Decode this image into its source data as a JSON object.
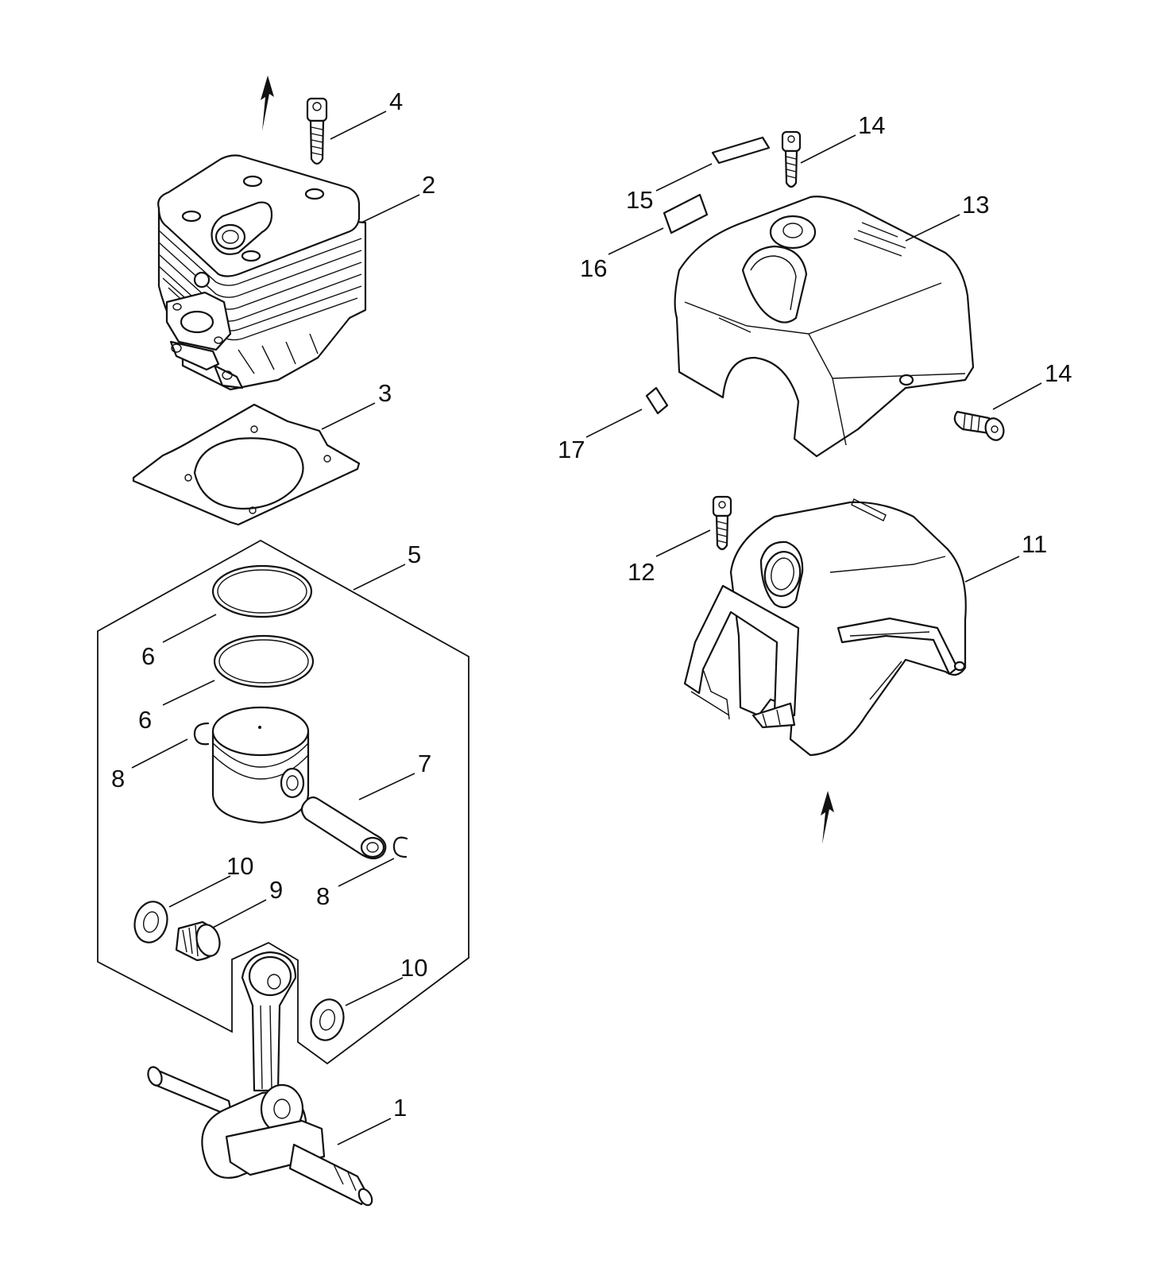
{
  "callouts": {
    "c1": "1",
    "c2": "2",
    "c3": "3",
    "c4": "4",
    "c5": "5",
    "c6a": "6",
    "c6b": "6",
    "c7": "7",
    "c8a": "8",
    "c8b": "8",
    "c9": "9",
    "c10a": "10",
    "c10b": "10",
    "c11": "11",
    "c12": "12",
    "c13": "13",
    "c14a": "14",
    "c14b": "14",
    "c15": "15",
    "c16": "16",
    "c17": "17"
  },
  "colors": {
    "line": "#111111",
    "background": "#ffffff"
  }
}
